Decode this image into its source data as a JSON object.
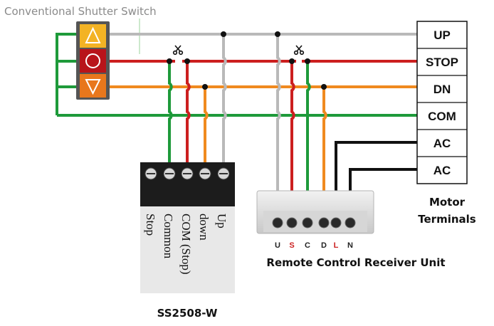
{
  "title": "Conventional Shutter Switch",
  "motor_terminals": [
    "UP",
    "STOP",
    "DN",
    "COM",
    "AC",
    "AC"
  ],
  "motor_label": [
    "Motor",
    "Terminals"
  ],
  "ss_labels": [
    "Up",
    "down",
    "COM (Stop)",
    "Common",
    "Stop"
  ],
  "ss_name": "SS2508-W",
  "receiver_pins": [
    {
      "label": "U",
      "color": "#222222"
    },
    {
      "label": "S",
      "color": "#cc2222"
    },
    {
      "label": "C",
      "color": "#222222"
    },
    {
      "label": "D",
      "color": "#222222"
    },
    {
      "label": "L",
      "color": "#cc2222"
    },
    {
      "label": "N",
      "color": "#222222"
    }
  ],
  "receiver_name": "Remote Control Receiver Unit",
  "colors": {
    "gray_wire": "#b9b9b9",
    "red_wire": "#cc1f1f",
    "orange_wire": "#f08a1f",
    "green_wire": "#1e9a3a",
    "black_wire": "#111111",
    "switch_up": "#f3b324",
    "switch_stop": "#b8141a",
    "switch_down": "#e8771c"
  }
}
